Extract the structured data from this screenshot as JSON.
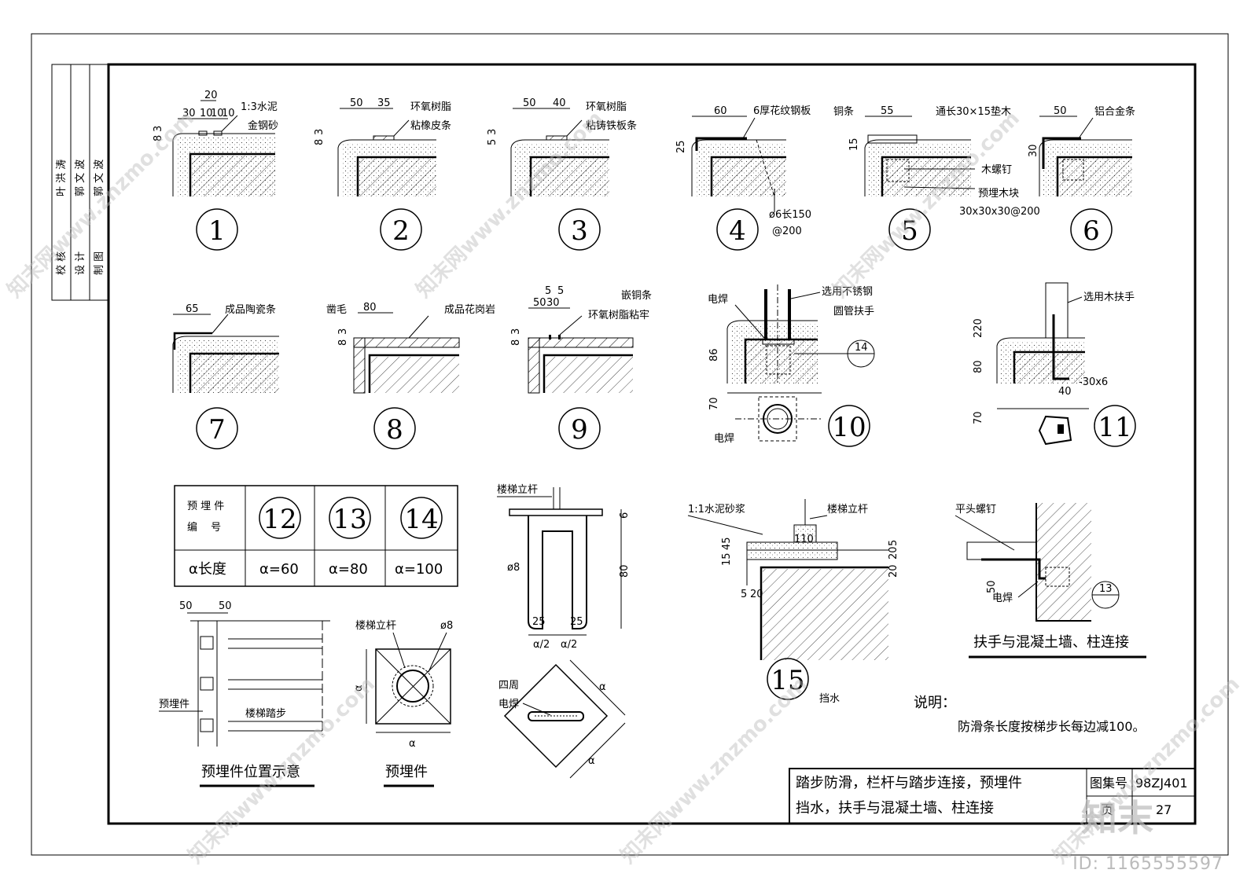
{
  "signature_block": [
    "校 核",
    "叶 洪 涛",
    "设 计",
    "郭 文 波",
    "制 图",
    "郭 文 波"
  ],
  "details": [
    {
      "number": "1",
      "labels": [
        "1:3水泥",
        "金钢砂"
      ],
      "dims": [
        "20",
        "30",
        "10",
        "10",
        "10",
        "8",
        "3"
      ]
    },
    {
      "number": "2",
      "labels": [
        "环氧树脂",
        "粘橡皮条"
      ],
      "dims": [
        "50",
        "35",
        "8",
        "3"
      ]
    },
    {
      "number": "3",
      "labels": [
        "环氧树脂",
        "粘铸铁板条"
      ],
      "dims": [
        "50",
        "40",
        "5",
        "3"
      ]
    },
    {
      "number": "4",
      "labels": [
        "6厚花纹钢板",
        "ø6长150",
        "@200"
      ],
      "dims": [
        "60",
        "25"
      ]
    },
    {
      "number": "5",
      "labels": [
        "铜条",
        "通长30×15垫木",
        "木螺钉",
        "预埋木块",
        "30x30x30@200"
      ],
      "dims": [
        "55",
        "15"
      ]
    },
    {
      "number": "6",
      "labels": [
        "铝合金条"
      ],
      "dims": [
        "50",
        "30"
      ]
    },
    {
      "number": "7",
      "labels": [
        "成品陶瓷条"
      ],
      "dims": [
        "65"
      ]
    },
    {
      "number": "8",
      "labels": [
        "凿毛",
        "成品花岗岩"
      ],
      "dims": [
        "80",
        "8",
        "3"
      ]
    },
    {
      "number": "9",
      "labels": [
        "嵌铜条",
        "环氧树脂粘牢"
      ],
      "dims": [
        "50",
        "30",
        "5",
        "5",
        "8",
        "3"
      ]
    },
    {
      "number": "10",
      "labels": [
        "电焊",
        "选用不锈钢",
        "圆管扶手",
        "电焊"
      ],
      "dims": [
        "86",
        "70"
      ],
      "ref": "14"
    },
    {
      "number": "11",
      "labels": [
        "选用木扶手",
        "-30x6"
      ],
      "dims": [
        "220",
        "80",
        "40",
        "70"
      ]
    },
    {
      "number": "15",
      "labels": [
        "1:1水泥砂浆",
        "楼梯立杆",
        "挡水"
      ],
      "dims": [
        "110",
        "15",
        "45",
        "20",
        "20",
        "5",
        "5",
        "20"
      ]
    }
  ],
  "embed_table": {
    "row1_label": "预 埋 件\n编　 号",
    "row1_label_a": "预 埋 件",
    "row1_label_b": "编　 号",
    "numbers": [
      "12",
      "13",
      "14"
    ],
    "row2_label": "α长度",
    "lengths": [
      "α=60",
      "α=80",
      "α=100"
    ]
  },
  "embed_position": {
    "title": "预埋件位置示意",
    "labels": [
      "预埋件",
      "楼梯踏步"
    ],
    "dims": [
      "50",
      "50"
    ]
  },
  "embed_part": {
    "title": "预埋件",
    "labels": [
      "楼梯立杆",
      "ø8"
    ],
    "dims": [
      "α",
      "α"
    ]
  },
  "post_section": {
    "labels": [
      "楼梯立杆",
      "ø8"
    ],
    "dims": [
      "6",
      "80",
      "25",
      "25",
      "α/2",
      "α/2"
    ]
  },
  "weld_diamond": {
    "labels": [
      "四周",
      "电焊"
    ],
    "dims": [
      "α",
      "α"
    ]
  },
  "wall_connection": {
    "title": "扶手与混凝土墙、柱连接",
    "labels": [
      "平头螺钉",
      "电焊"
    ],
    "dims": [
      "50"
    ],
    "ref": "13"
  },
  "notes": {
    "heading": "说明：",
    "text": "防滑条长度按梯步长每边减100。"
  },
  "title_block": {
    "line1": "踏步防滑，栏杆与踏步连接，预埋件",
    "line2": "挡水，扶手与混凝土墙、柱连接",
    "atlas_label": "图集号",
    "atlas_no": "98ZJ401",
    "page_label": "页",
    "page_no": "27"
  },
  "watermark": "知末网www.znzmo.com",
  "image_id": "ID: 1165555597",
  "logo_text": "知末"
}
